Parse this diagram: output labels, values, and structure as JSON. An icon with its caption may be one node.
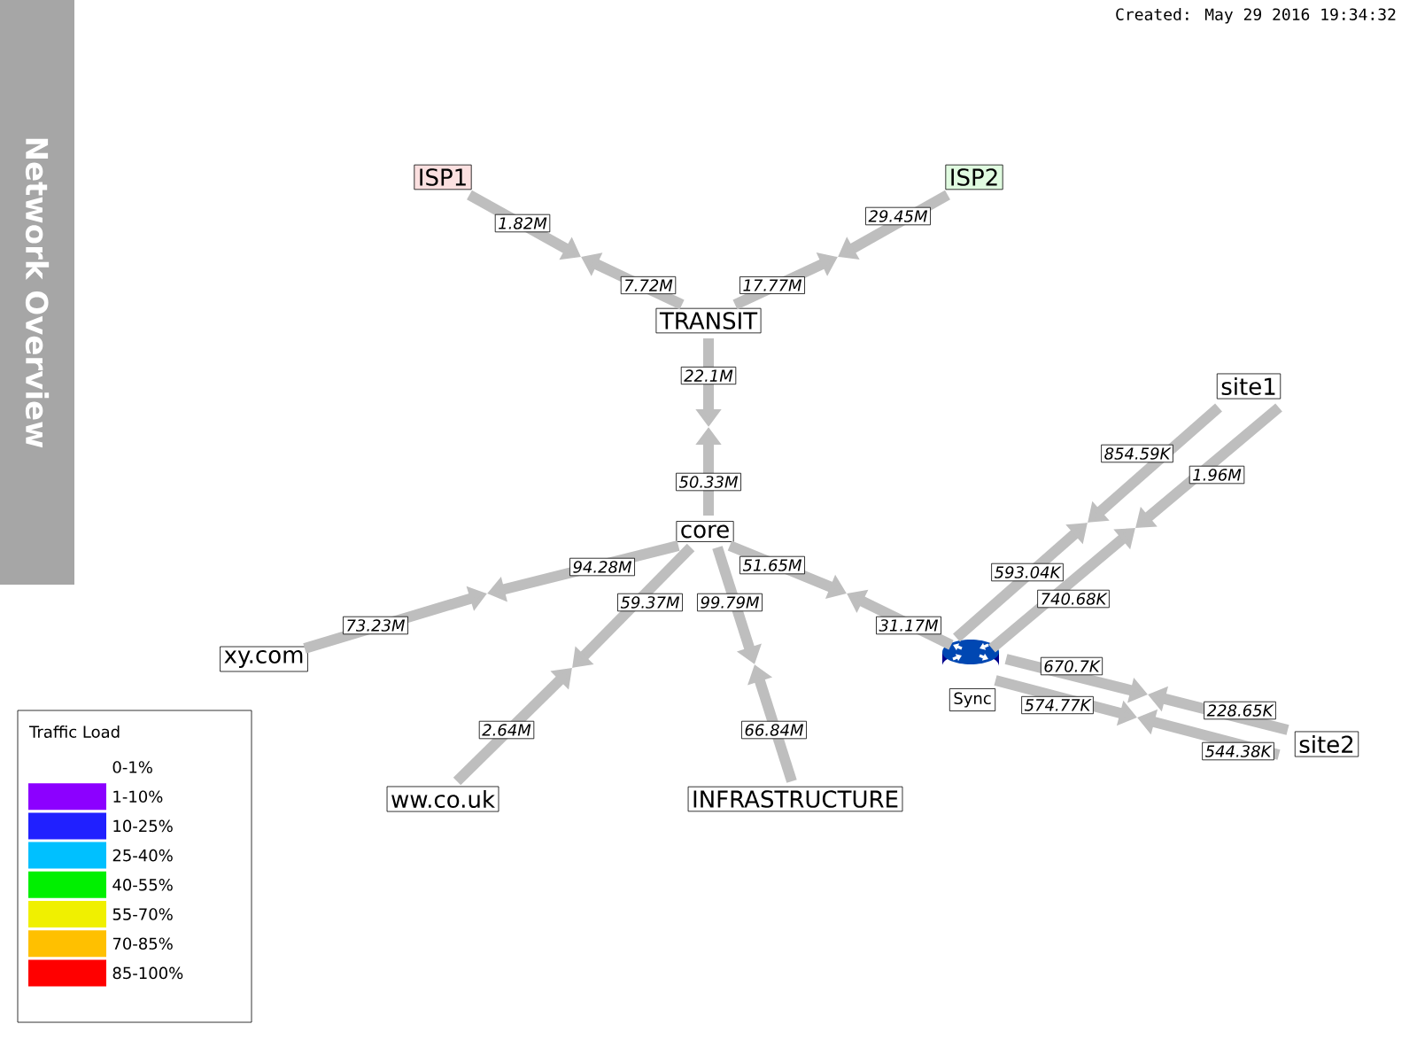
{
  "diagram": {
    "title": "Network Overview",
    "nodes": [
      {
        "text": [
          "ISP1"
        ]
      },
      {
        "text": [
          "ISP2"
        ]
      },
      {
        "text": [
          "TRANSIT"
        ]
      },
      {
        "text": [
          "site1"
        ]
      },
      {
        "text": [
          "core"
        ]
      },
      {
        "text": [
          "xy.com"
        ]
      },
      {
        "text": [
          "Sync"
        ]
      },
      {
        "text": [
          "site2"
        ]
      },
      {
        "text": [
          "ww.co.uk"
        ]
      },
      {
        "text": [
          "INFRASTRUCTURE"
        ]
      }
    ],
    "edges": [
      {
        "from": 0,
        "to": null,
        "arrow": "to",
        "label": "1.82M"
      },
      {
        "from": 2,
        "to": null,
        "arrow": "to",
        "label": "7.72M"
      },
      {
        "from": 1,
        "to": null,
        "arrow": "to",
        "label": "29.45M"
      },
      {
        "from": 2,
        "to": null,
        "arrow": "to",
        "label": "17.77M"
      },
      {
        "from": 2,
        "to": null,
        "arrow": "to",
        "label": "22.1M"
      },
      {
        "from": 4,
        "to": null,
        "arrow": "to",
        "label": "50.33M"
      },
      {
        "from": 4,
        "to": null,
        "arrow": "to",
        "label": "94.28M"
      },
      {
        "from": 5,
        "to": null,
        "arrow": "to",
        "label": "73.23M"
      },
      {
        "from": 4,
        "to": null,
        "arrow": "to",
        "label": "59.37M"
      },
      {
        "from": 8,
        "to": null,
        "arrow": "to",
        "label": "2.64M"
      },
      {
        "from": 4,
        "to": null,
        "arrow": "to",
        "label": "99.79M"
      },
      {
        "from": 9,
        "to": null,
        "arrow": "to",
        "label": "66.84M"
      },
      {
        "from": 4,
        "to": null,
        "arrow": "to",
        "label": "51.65M"
      },
      {
        "from": 6,
        "to": null,
        "arrow": "to",
        "label": "31.17M"
      },
      {
        "from": 6,
        "to": null,
        "arrow": "to",
        "label": "593.04K"
      },
      {
        "from": 3,
        "to": null,
        "arrow": "to",
        "label": "854.59K"
      },
      {
        "from": 6,
        "to": null,
        "arrow": "to",
        "label": "740.68K"
      },
      {
        "from": 3,
        "to": null,
        "arrow": "to",
        "label": "1.96M"
      },
      {
        "from": 6,
        "to": null,
        "arrow": "to",
        "label": "670.7K"
      },
      {
        "from": 7,
        "to": null,
        "arrow": "to",
        "label": "228.65K"
      },
      {
        "from": 6,
        "to": null,
        "arrow": "to",
        "label": "574.77K"
      },
      {
        "from": 7,
        "to": null,
        "arrow": "to",
        "label": "544.38K"
      }
    ],
    "labels": [
      "Created: May 29 2016 19:34:32",
      "Traffic Load"
    ],
    "legend": [
      {
        "text": "0-1%"
      },
      {
        "text": "1-10%",
        "color": "#8c00ff"
      },
      {
        "text": "10-25%",
        "color": "#2020ff"
      },
      {
        "text": "25-40%",
        "color": "#00c0ff"
      },
      {
        "text": "40-55%",
        "color": "#00f000"
      },
      {
        "text": "55-70%",
        "color": "#f0f000"
      },
      {
        "text": "70-85%",
        "color": "#ffc000"
      },
      {
        "text": "85-100%",
        "color": "#ff0000"
      }
    ]
  }
}
